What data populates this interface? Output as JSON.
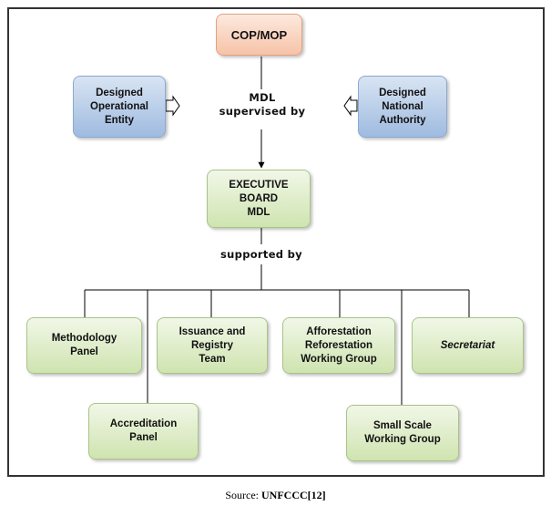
{
  "nodes": {
    "cop_mop": "COP/MOP",
    "doe": "Designed\nOperational\nEntity",
    "dna": "Designed\nNational\nAuthority",
    "executive_board": "EXECUTIVE\nBOARD\nMDL",
    "methodology_panel": "Methodology\nPanel",
    "accreditation_panel": "Accreditation\nPanel",
    "issuance_team": "Issuance and\nRegistry\nTeam",
    "afforestation_group": "Afforestation\nReforestation\nWorking Group",
    "small_scale_group": "Small Scale\nWorking Group",
    "secretariat": "Secretariat"
  },
  "edges": {
    "mdl_supervised_by": "MDL\nsupervised by",
    "supported_by": "supported by"
  },
  "source": {
    "prefix": "Source: ",
    "ref": "UNFCCC[12]"
  },
  "colors": {
    "green_fill": "#dbeac6",
    "blue_fill": "#b8cce8",
    "orange_fill": "#fad7c3",
    "lines": "#000000"
  }
}
